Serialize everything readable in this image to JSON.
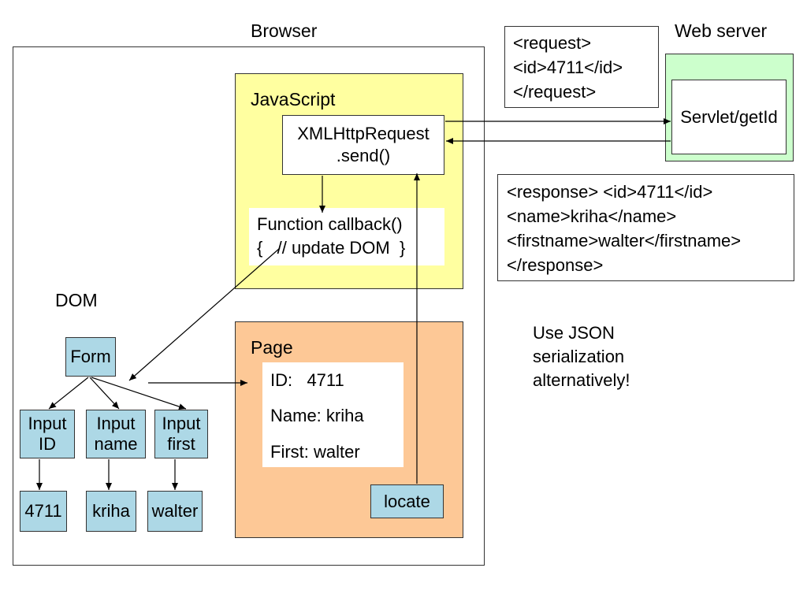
{
  "browser": {
    "title": "Browser"
  },
  "javascript": {
    "title": "JavaScript",
    "xhr": {
      "line1": "XMLHttpRequest",
      "line2": ".send()"
    },
    "callback": {
      "line1": "Function callback()",
      "line2": "{   // update DOM  }"
    }
  },
  "dom": {
    "title": "DOM",
    "form": "Form",
    "inputs": [
      {
        "line1": "Input",
        "line2": "ID"
      },
      {
        "line1": "Input",
        "line2": "name"
      },
      {
        "line1": "Input",
        "line2": "first"
      }
    ],
    "values": [
      "4711",
      "kriha",
      "walter"
    ]
  },
  "page": {
    "title": "Page",
    "fields": [
      "ID:   4711",
      "Name: kriha",
      "First: walter"
    ],
    "locate": "locate"
  },
  "request": {
    "lines": [
      "<request>",
      "<id>4711</id>",
      "</request>"
    ]
  },
  "server": {
    "title": "Web server",
    "servlet": "Servlet/getId"
  },
  "response": {
    "lines": [
      "<response> <id>4711</id>",
      "<name>kriha</name>",
      "<firstname>walter</firstname>",
      "</response>"
    ]
  },
  "note": {
    "lines": [
      "Use JSON",
      "serialization",
      "alternatively!"
    ]
  },
  "colors": {
    "javascript_fill": "#ffffa0",
    "page_fill": "#fdc896",
    "server_fill": "#ccffcc",
    "node_fill": "#add8e6"
  }
}
